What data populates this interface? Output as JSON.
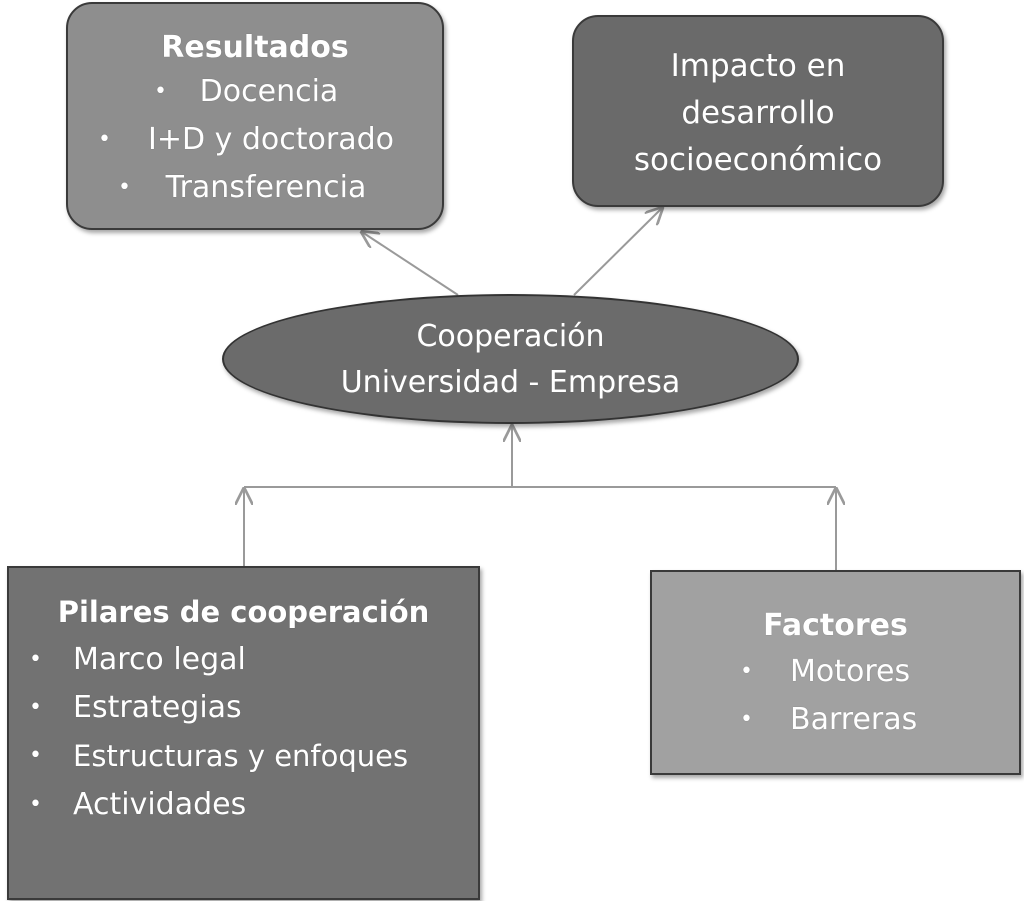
{
  "resultados": {
    "title": "Resultados",
    "items": [
      "Docencia",
      "I+D y doctorado",
      "Transferencia"
    ]
  },
  "impacto": {
    "lines": [
      "Impacto en",
      "desarrollo",
      "socioeconómico"
    ]
  },
  "cooperacion": {
    "lines": [
      "Cooperación",
      "Universidad - Empresa"
    ]
  },
  "pilares": {
    "title": "Pilares de cooperación",
    "items": [
      "Marco legal",
      "Estrategias",
      "Estructuras y enfoques",
      "Actividades"
    ]
  },
  "factores": {
    "title": "Factores",
    "items": [
      "Motores",
      "Barreras"
    ]
  },
  "bullet_glyph": "•"
}
